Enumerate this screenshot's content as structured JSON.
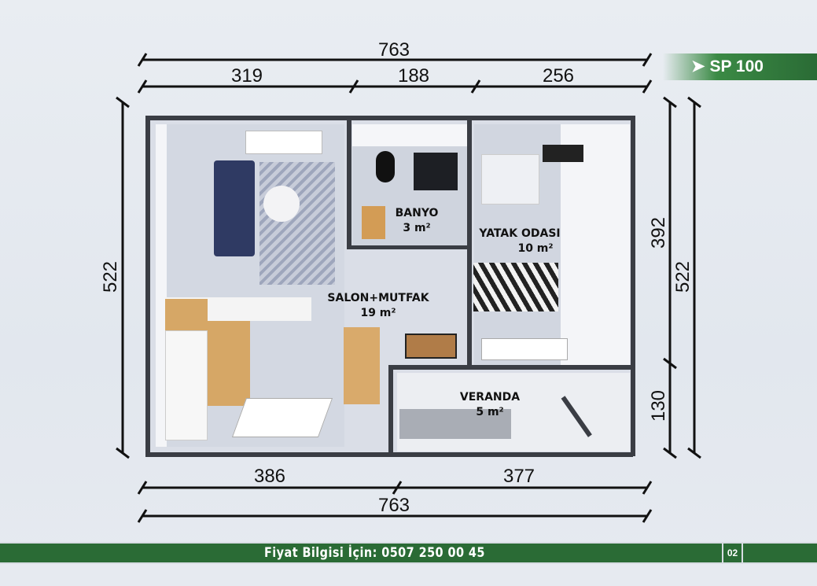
{
  "badge": {
    "arrow": "➤",
    "label": "SP 100"
  },
  "dimensions": {
    "top_total": "763",
    "top_a": "319",
    "top_b": "188",
    "top_c": "256",
    "bottom_a": "386",
    "bottom_b": "377",
    "bottom_total": "763",
    "left_total": "522",
    "right_upper": "392",
    "right_lower": "130",
    "right_total": "522"
  },
  "rooms": [
    {
      "name": "BANYO",
      "area": "3 m²"
    },
    {
      "name": "YATAK ODASI",
      "area": "10 m²"
    },
    {
      "name": "SALON+MUTFAK",
      "area": "19 m²"
    },
    {
      "name": "VERANDA",
      "area": "5 m²"
    }
  ],
  "footer": {
    "contact": "Fiyat Bilgisi İçin: 0507 250 00 45",
    "page": "02"
  },
  "colors": {
    "brand_green": "#2a6b35",
    "wall": "#3a3d44"
  }
}
